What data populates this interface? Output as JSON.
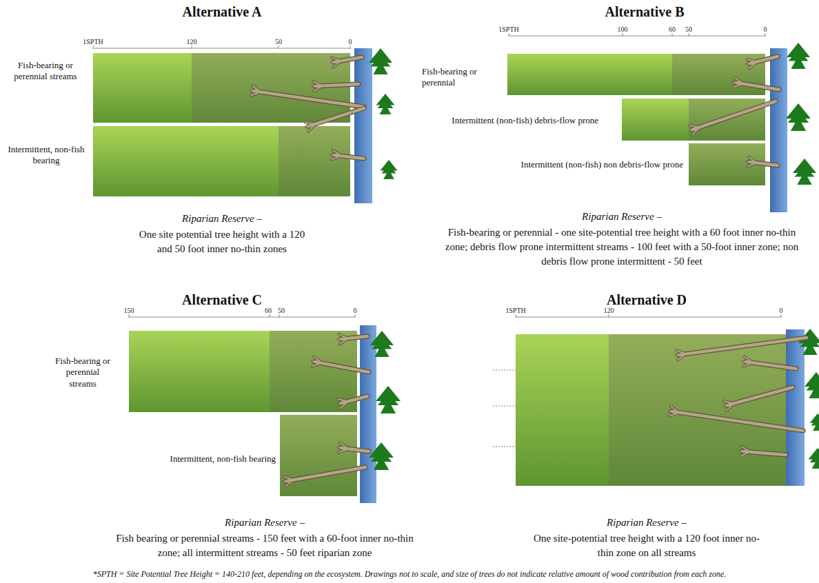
{
  "diagram": {
    "caption": "*SPTH = Site Potential Tree Height = 140-210 feet, depending on the ecosystem. Drawings not to scale, and size of trees do not indicate relative amount of wood contribution from each zone.",
    "nodes": [
      {
        "text": [
          "Fish-bearing or perennial streams"
        ]
      },
      {
        "text": [
          "Intermittent, non-fish bearing"
        ]
      },
      {
        "text": [
          "Fish-bearing or perennial"
        ]
      },
      {
        "text": [
          "Intermittent (non-fish) debris-flow prone"
        ]
      },
      {
        "text": [
          "Intermittent (non-fish) non debris-flow prone"
        ]
      },
      {
        "text": [
          "Fish-bearing or perennial streams"
        ]
      },
      {
        "text": [
          "Intermittent, non-fish bearing"
        ]
      }
    ],
    "labels": [
      "Alternative A",
      "1SPTH",
      "120",
      "50",
      "0",
      "Riparian Reserve –",
      "One site potential tree height with a 120 and 50 foot inner no-thin zones",
      "Alternative B",
      "1SPTH",
      "100",
      "60",
      "50",
      "0",
      "Riparian Reserve –",
      "Fish-bearing or perennial - one site-potential tree height with a 60 foot inner no-thin zone; debris flow prone intermittent streams - 100 feet with a 50-foot inner zone; non debris flow prone intermittent - 50 feet",
      "Alternative C",
      "150",
      "60",
      "50",
      "0",
      "Riparian Reserve –",
      "Fish bearing or perennial streams - 150 feet with a 60-foot inner no-thin zone; all intermittent streams - 50 feet riparian zone",
      "Alternative D",
      "1SPTH",
      "120",
      "0",
      "Riparian Reserve –",
      "One site-potential tree height with a 120 foot inner no-thin zone on all streams"
    ]
  }
}
